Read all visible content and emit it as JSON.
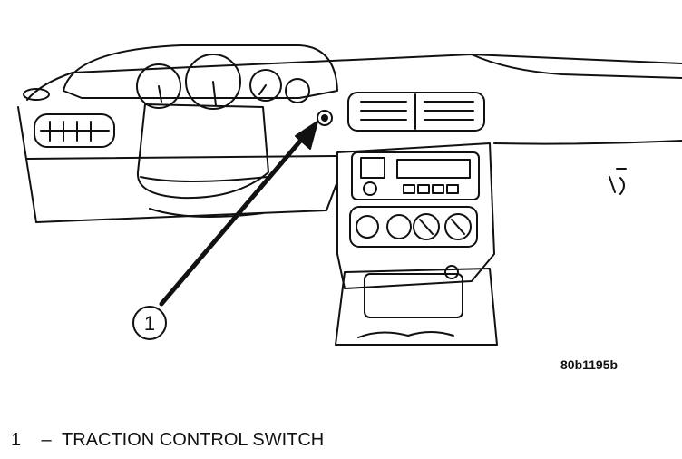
{
  "callout": {
    "number": "1"
  },
  "figure": {
    "code": "80b1195b"
  },
  "legend": [
    {
      "number": "1",
      "separator": "–",
      "label": "TRACTION CONTROL SWITCH"
    }
  ],
  "colors": {
    "ink": "#111111",
    "background": "#ffffff"
  }
}
